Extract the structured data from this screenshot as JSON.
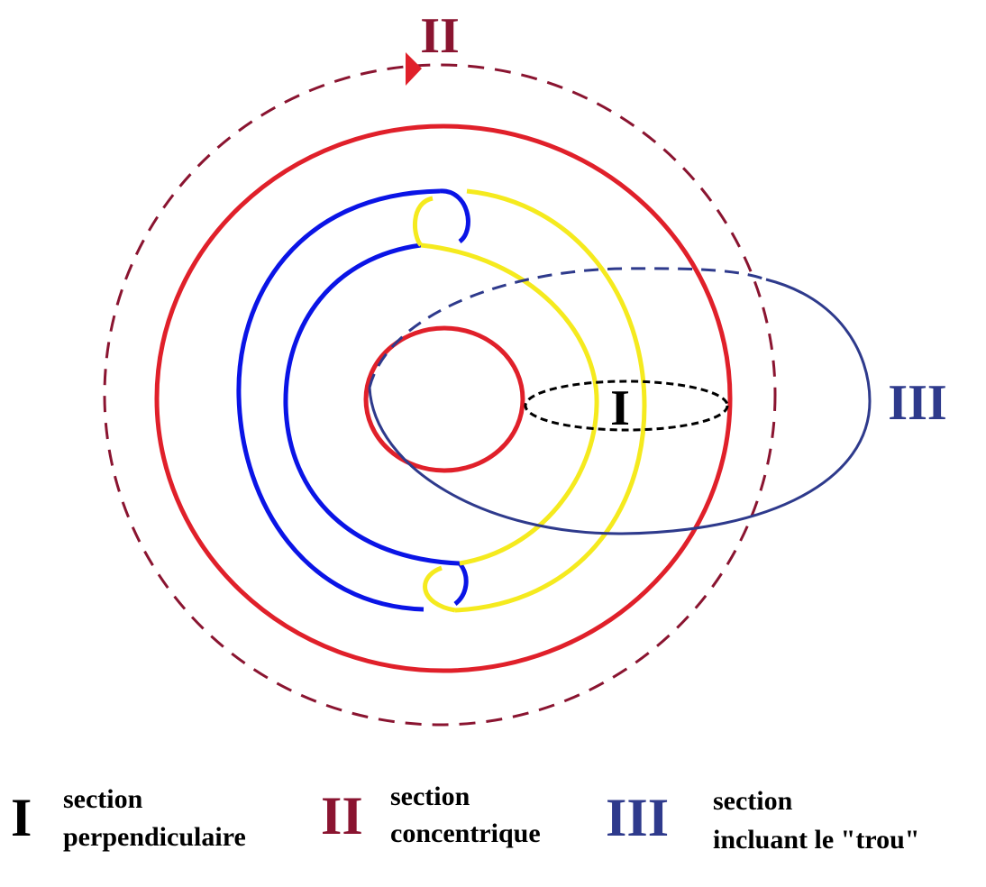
{
  "colors": {
    "red": "#e0202a",
    "blue": "#0a14e6",
    "yellow": "#f5ea1e",
    "dashed_maroon": "#8a1430",
    "navy": "#2e3a8c",
    "black": "#000000",
    "arrow": "#e0202a"
  },
  "labels": {
    "top_marker": "II",
    "right_marker": "III",
    "center_marker": "I"
  },
  "legend": [
    {
      "numeral": "I",
      "line1": "section",
      "line2": "perpendiculaire",
      "color": "#000000"
    },
    {
      "numeral": "II",
      "line1": "section",
      "line2": "concentrique",
      "color": "#8a1430"
    },
    {
      "numeral": "III",
      "line1": "section",
      "line2": "incluant le \"trou\"",
      "color": "#2e3a8c"
    }
  ]
}
